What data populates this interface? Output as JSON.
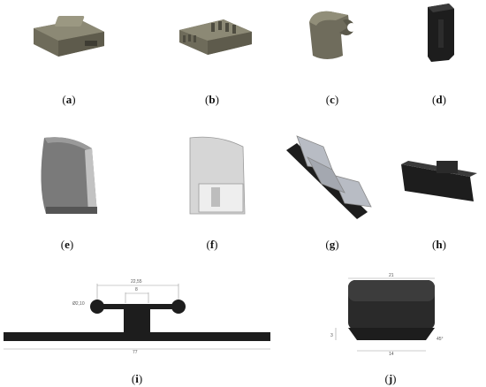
{
  "captions": [
    {
      "letter": "a"
    },
    {
      "letter": "b"
    },
    {
      "letter": "c"
    },
    {
      "letter": "d"
    },
    {
      "letter": "e"
    },
    {
      "letter": "f"
    },
    {
      "letter": "g"
    },
    {
      "letter": "h"
    },
    {
      "letter": "i"
    },
    {
      "letter": "j"
    }
  ],
  "drawing_i": {
    "dim_top": "22,55",
    "dim_mid": "8",
    "dim_dia": "Ø2,10",
    "dim_total": "77"
  },
  "drawing_j": {
    "dim_top": "21",
    "dim_bottom": "14",
    "dim_left": "3",
    "dim_right": "45°"
  },
  "colors": {
    "olive_part": "#7b7866",
    "dark_part": "#1d1d1d",
    "gray_part": "#6f6f6f",
    "light_part": "#d9d9d9",
    "clear_part": "#b8bcc4"
  }
}
